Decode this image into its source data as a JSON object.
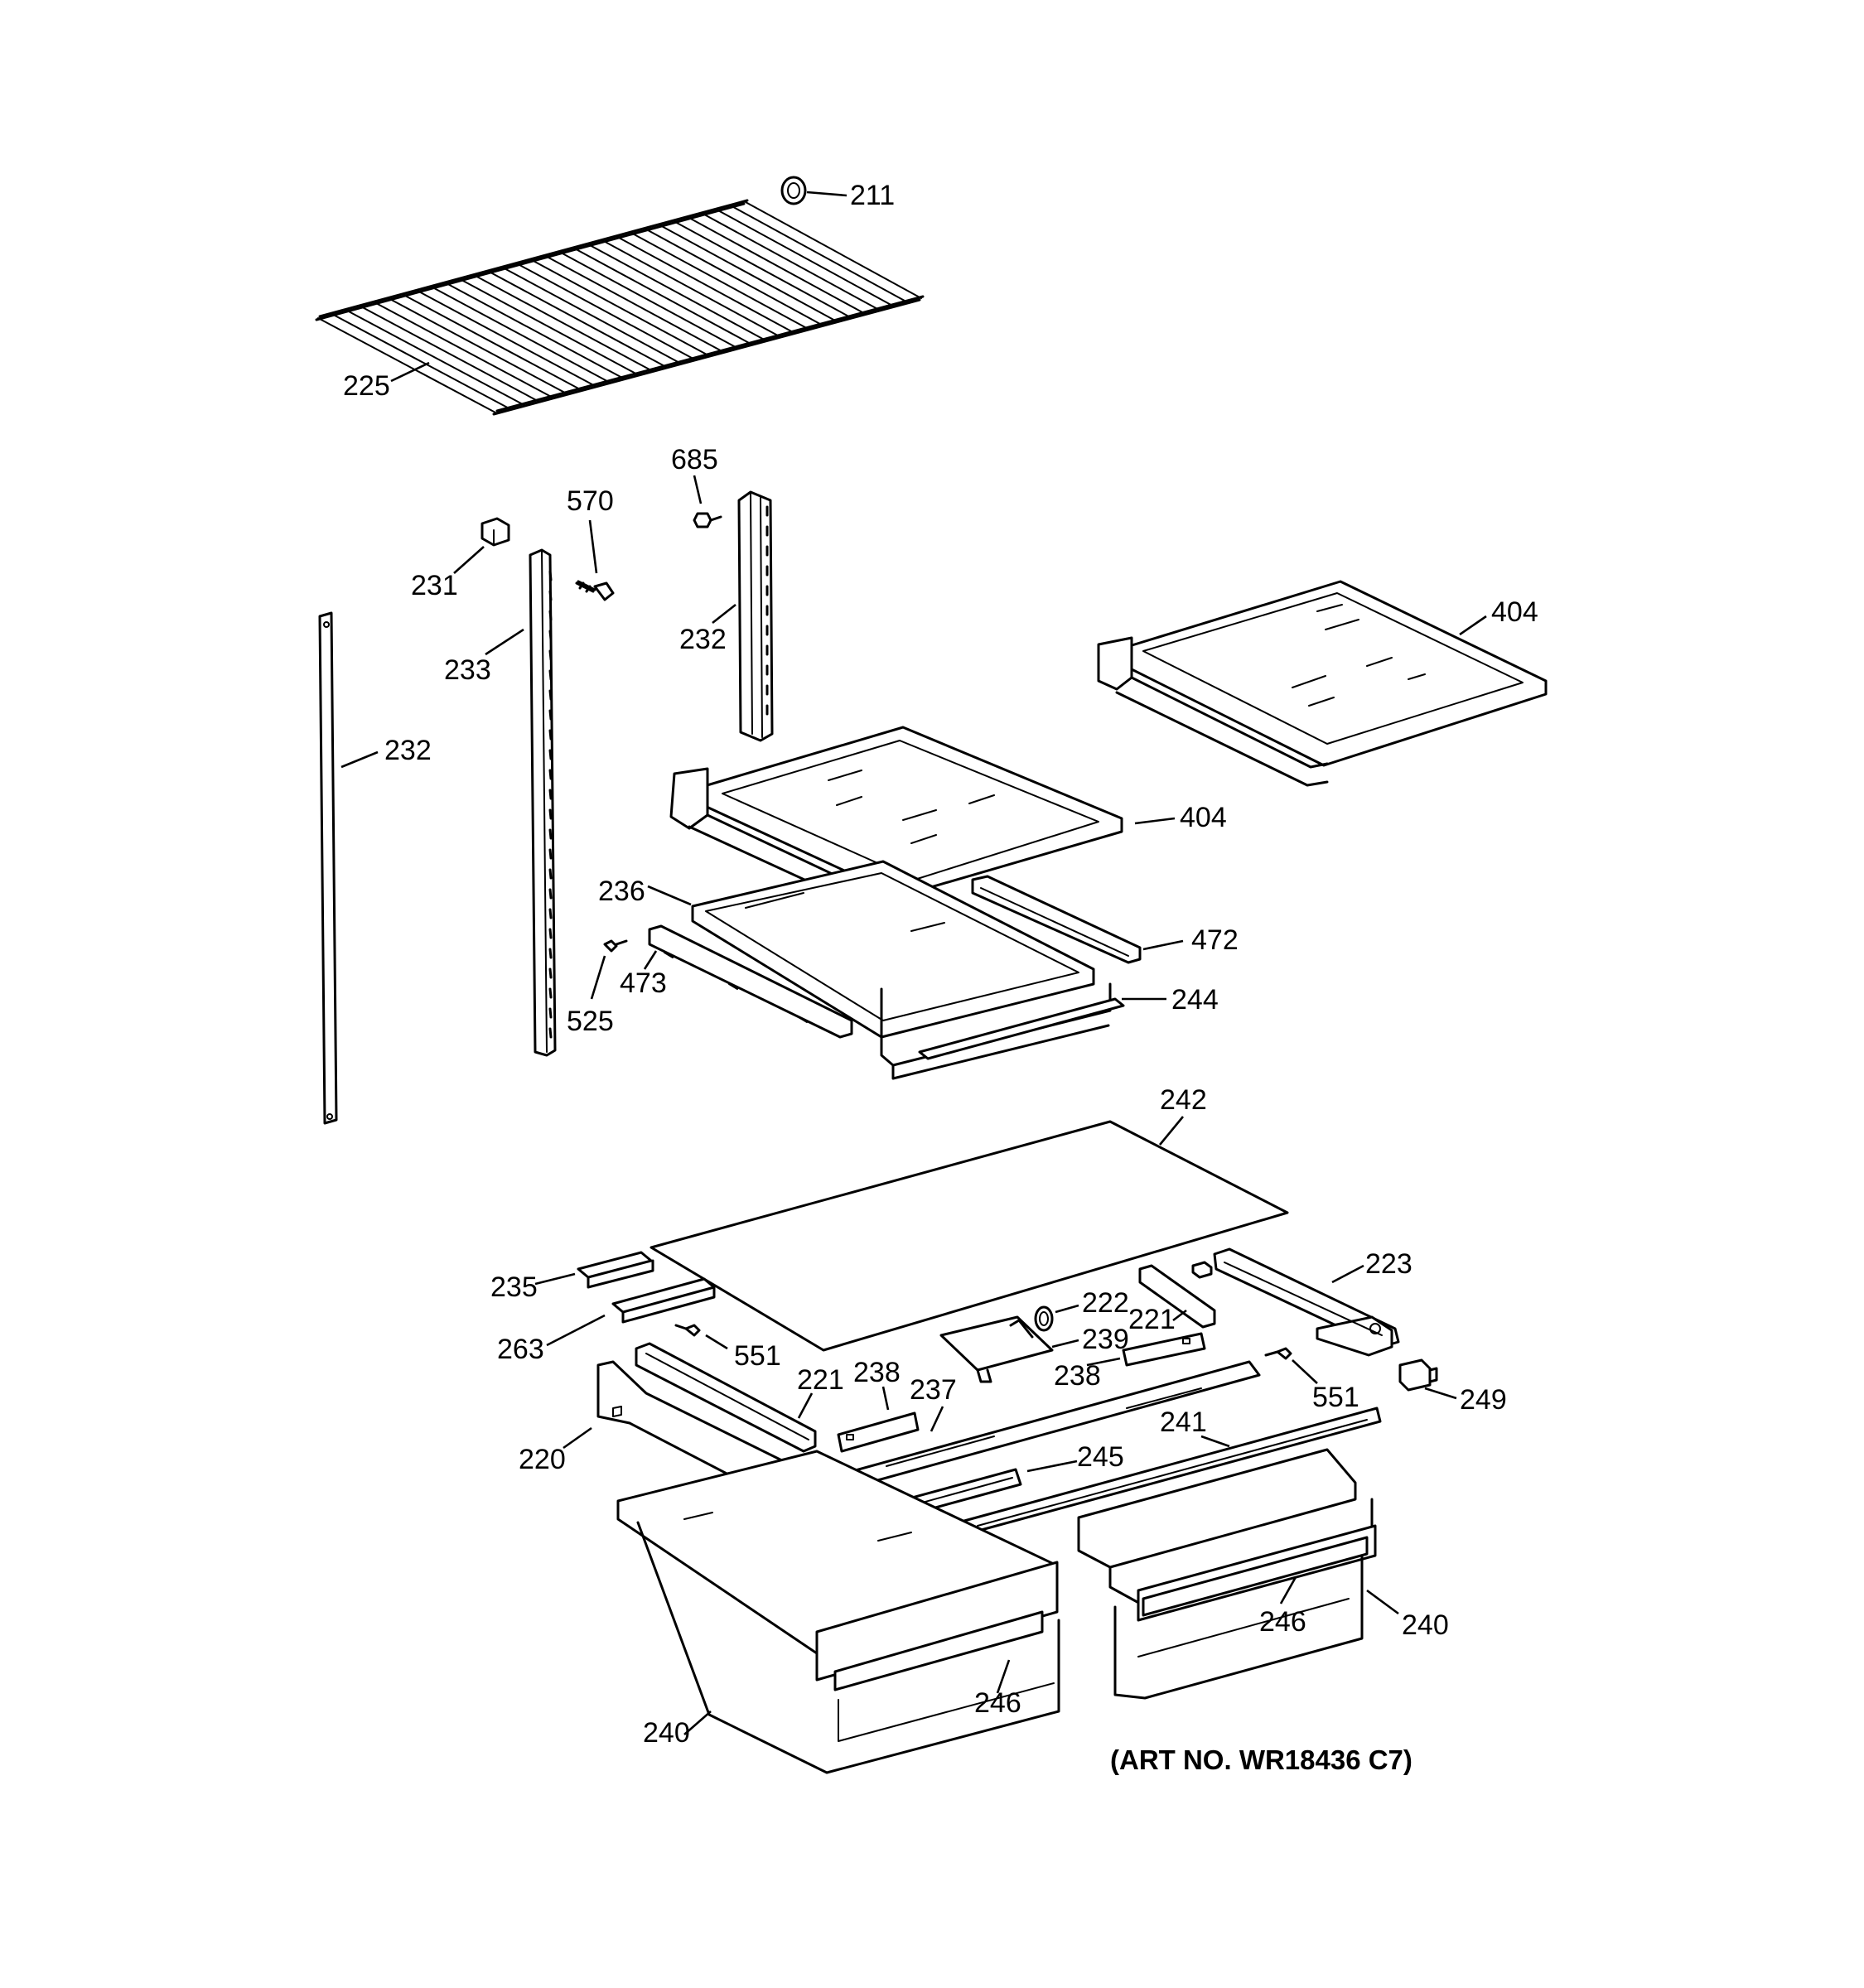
{
  "labels": {
    "l211": "211",
    "l225": "225",
    "l685": "685",
    "l570": "570",
    "l231": "231",
    "l232a": "232",
    "l233": "233",
    "l232b": "232",
    "l404a": "404",
    "l404b": "404",
    "l236": "236",
    "l472": "472",
    "l473": "473",
    "l244": "244",
    "l525": "525",
    "l242": "242",
    "l235": "235",
    "l223": "223",
    "l222": "222",
    "l221a": "221",
    "l263": "263",
    "l239": "239",
    "l551a": "551",
    "l238a": "238",
    "l237": "237",
    "l238b": "238",
    "l551b": "551",
    "l249": "249",
    "l221b": "221",
    "l220": "220",
    "l241": "241",
    "l245": "245",
    "l246a": "246",
    "l240a": "240",
    "l246b": "246",
    "l240b": "240"
  },
  "art_number": "(ART NO. WR18436 C7)"
}
